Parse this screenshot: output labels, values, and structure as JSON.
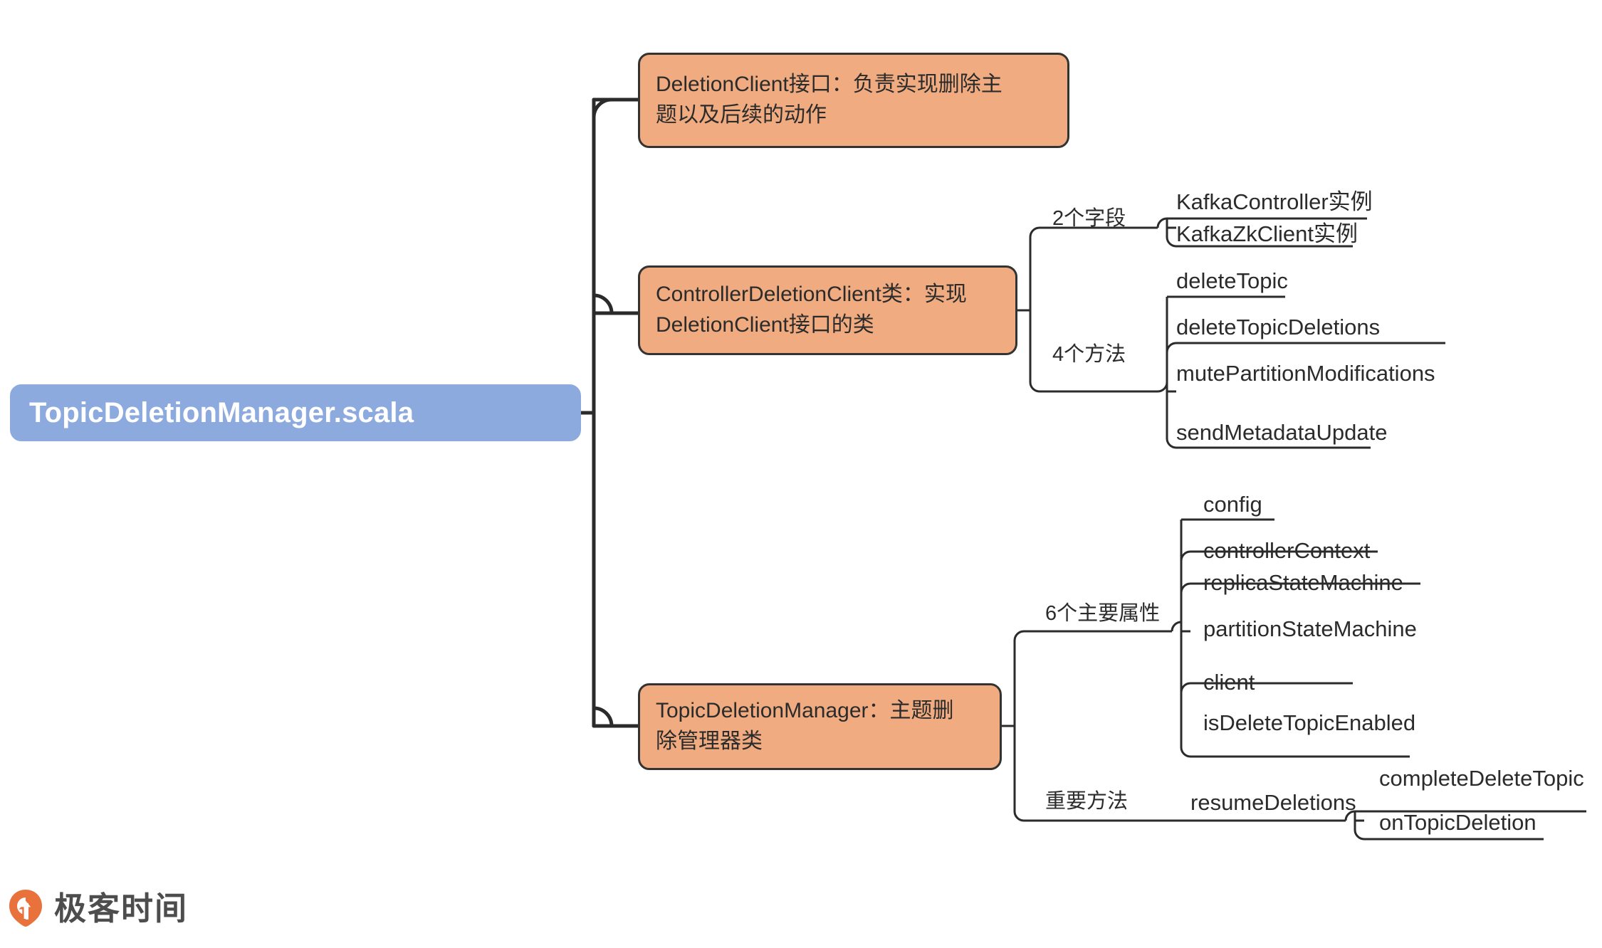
{
  "diagram": {
    "type": "mindmap",
    "title": "TopicDeletionManager.scala",
    "root": {
      "label": "TopicDeletionManager.scala",
      "color": "#8CAADE",
      "text_color": "#FFFFFF"
    },
    "branch_color": "#F0AC80",
    "branch_border_color": "#333333",
    "branches": [
      {
        "id": "deletion-client",
        "label_line1": "DeletionClient接口：负责实现删除主",
        "label_line2": "题以及后续的动作",
        "children": []
      },
      {
        "id": "controller-deletion-client",
        "label_line1": "ControllerDeletionClient类：实现",
        "label_line2": "DeletionClient接口的类",
        "groups": [
          {
            "label": "2个字段",
            "items": [
              "KafkaController实例",
              "KafkaZkClient实例"
            ]
          },
          {
            "label": "4个方法",
            "items": [
              "deleteTopic",
              "deleteTopicDeletions",
              "mutePartitionModifications",
              "sendMetadataUpdate"
            ]
          }
        ]
      },
      {
        "id": "topic-deletion-manager",
        "label_line1": "TopicDeletionManager：主题删",
        "label_line2": "除管理器类",
        "groups": [
          {
            "label": "6个主要属性",
            "items": [
              "config",
              "controllerContext",
              "replicaStateMachine",
              "partitionStateMachine",
              "client",
              "isDeleteTopicEnabled"
            ]
          },
          {
            "label": "重要方法",
            "items": [
              "resumeDeletions"
            ],
            "subgroups": [
              {
                "label": "resumeDeletions",
                "items": [
                  "completeDeleteTopic",
                  "onTopicDeletion"
                ]
              }
            ]
          }
        ]
      }
    ]
  },
  "footer": {
    "logo_text": "极客时间",
    "logo_icon": "geektime-drop-icon",
    "logo_color": "#E8713C",
    "wordmark_color": "#4D4D4D"
  }
}
